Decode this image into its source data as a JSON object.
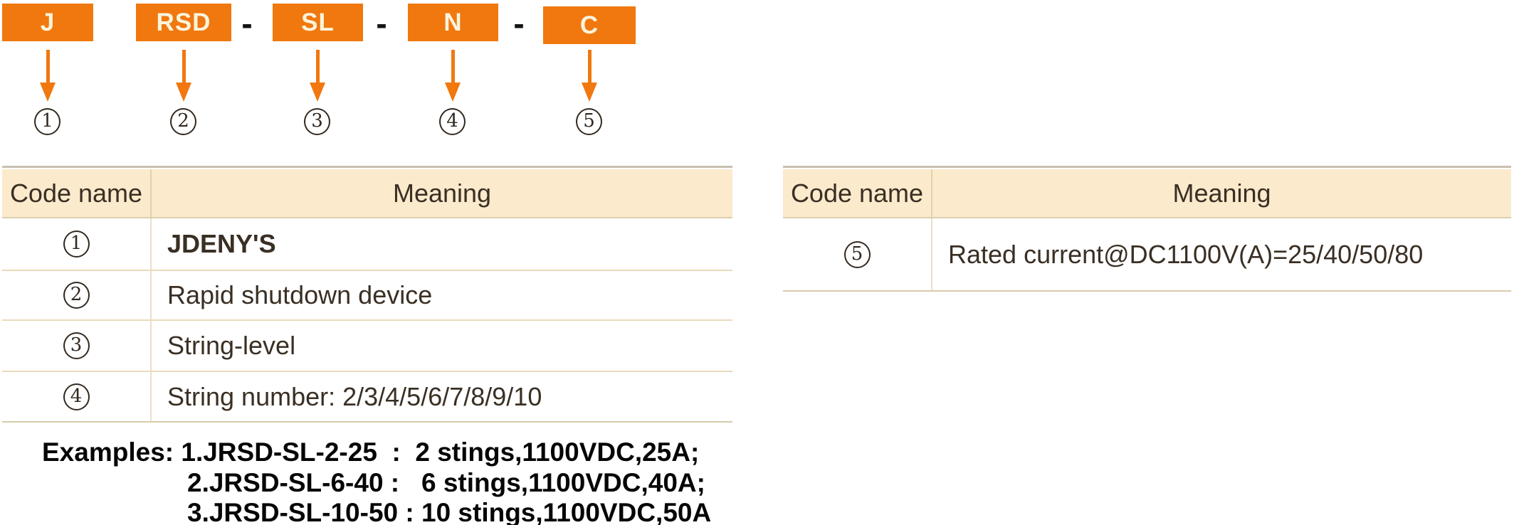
{
  "product_code": {
    "separator": "-",
    "segments": [
      {
        "code": "J",
        "number": "1"
      },
      {
        "code": "RSD",
        "number": "2"
      },
      {
        "code": "SL",
        "number": "3"
      },
      {
        "code": "N",
        "number": "4"
      },
      {
        "code": "C",
        "number": "5"
      }
    ]
  },
  "tables": {
    "left": {
      "headers": [
        "Code name",
        "Meaning"
      ],
      "rows": [
        {
          "number": "1",
          "meaning": "JDENY'S"
        },
        {
          "number": "2",
          "meaning": "Rapid shutdown device"
        },
        {
          "number": "3",
          "meaning": "String-level"
        },
        {
          "number": "4",
          "meaning": "String number: 2/3/4/5/6/7/8/9/10"
        }
      ]
    },
    "right": {
      "headers": [
        "Code name",
        "Meaning"
      ],
      "rows": [
        {
          "number": "5",
          "meaning": "Rated current@DC1100V(A)=25/40/50/80"
        }
      ]
    }
  },
  "examples": {
    "lines": [
      "Examples: 1.JRSD-SL-2-25  :  2 stings,1100VDC,25A;",
      "2.JRSD-SL-6-40 :   6 stings,1100VDC,40A;",
      "3.JRSD-SL-10-50 : 10 stings,1100VDC,50A"
    ]
  },
  "colors": {
    "accent_orange": "#F0780F",
    "box_text_cream": "#FBF4DC",
    "table_header_fill": "#FBEACC",
    "table_line_tan": "#EADABB",
    "table_top_line": "#C9C0B0",
    "text_dark": "#3A2F24"
  }
}
